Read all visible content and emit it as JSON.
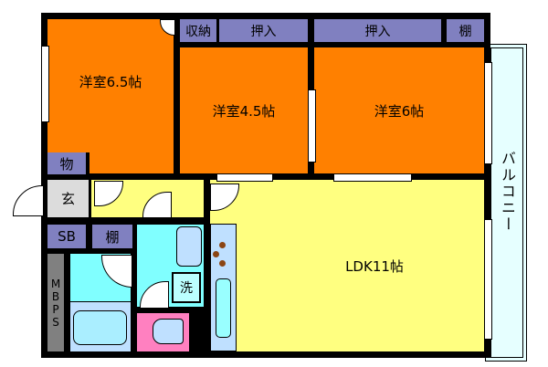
{
  "rooms": {
    "western_65": "洋室6.5帖",
    "western_45": "洋室4.5帖",
    "western_6": "洋室6帖",
    "ldk": "LDK11帖",
    "storage": "収納",
    "closet_1": "押入",
    "closet_2": "押入",
    "shelf_top": "棚",
    "storeroom": "物",
    "entrance": "玄",
    "shoe_box": "SB",
    "shelf_small": "棚",
    "mbps": "MBPS",
    "washer": "洗",
    "balcony": "バルコニー"
  },
  "colors": {
    "room": "#ff8000",
    "ldk": "#ffff80",
    "storage": "#8080c0",
    "wet": "#80ffff",
    "toilet": "#ff80c0"
  }
}
